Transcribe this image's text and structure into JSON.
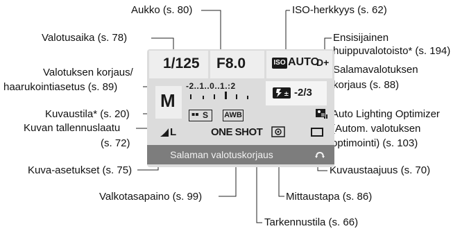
{
  "screen": {
    "shutter_speed": "1/125",
    "aperture": "F8.0",
    "iso_icon": "ISO",
    "iso_value": "AUTO",
    "highlight_tone_priority": "D+",
    "exposure_scale": "-2..1..0..1.:2",
    "shooting_mode": "M",
    "flash_exposure_comp_icon": "flash-comp-icon",
    "flash_exposure_comp_value": "-2/3",
    "picture_style": "S",
    "white_balance": "AWB",
    "alo_icon": "auto-lighting-optimizer-icon",
    "image_quality": "L",
    "af_mode": "ONE SHOT",
    "metering_icon": "evaluative-metering-icon",
    "drive_icon": "single-shooting-icon",
    "status_text": "Salaman valotuskorjaus",
    "return_icon": "return-arrow-icon"
  },
  "annotations": {
    "aperture": "Aukko (s. 80)",
    "iso": "ISO-herkkyys (s. 62)",
    "shutter": "Valotusaika (s. 78)",
    "htp_line1": "Ensisijainen",
    "htp_line2": "huippuvalotoisto* (s. 194)",
    "exposure_line1": "Valotuksen korjaus/",
    "exposure_line2": "haarukointiasetus (s. 89)",
    "flash_line1": "Salamavalotuksen",
    "flash_line2": "korjaus (s. 88)",
    "mode": "Kuvaustila* (s. 20)",
    "alo_line1": "Auto Lighting Optimizer",
    "alo_line2": "(Autom. valotuksen",
    "alo_line3": "optimointi) (s. 103)",
    "quality_line1": "Kuvan tallennuslaatu",
    "quality_line2": "(s. 72)",
    "picture_style": "Kuva-asetukset (s. 75)",
    "drive": "Kuvaustaajuus (s. 70)",
    "white_balance": "Valkotasapaino (s. 99)",
    "metering": "Mittaustapa (s. 86)",
    "af_mode": "Tarkennustila (s. 66)"
  },
  "colors": {
    "screen_bg": "#dcdcdc",
    "cell_bg": "#eeeeee",
    "status_bar": "#7d7d7d",
    "text": "#111111"
  }
}
